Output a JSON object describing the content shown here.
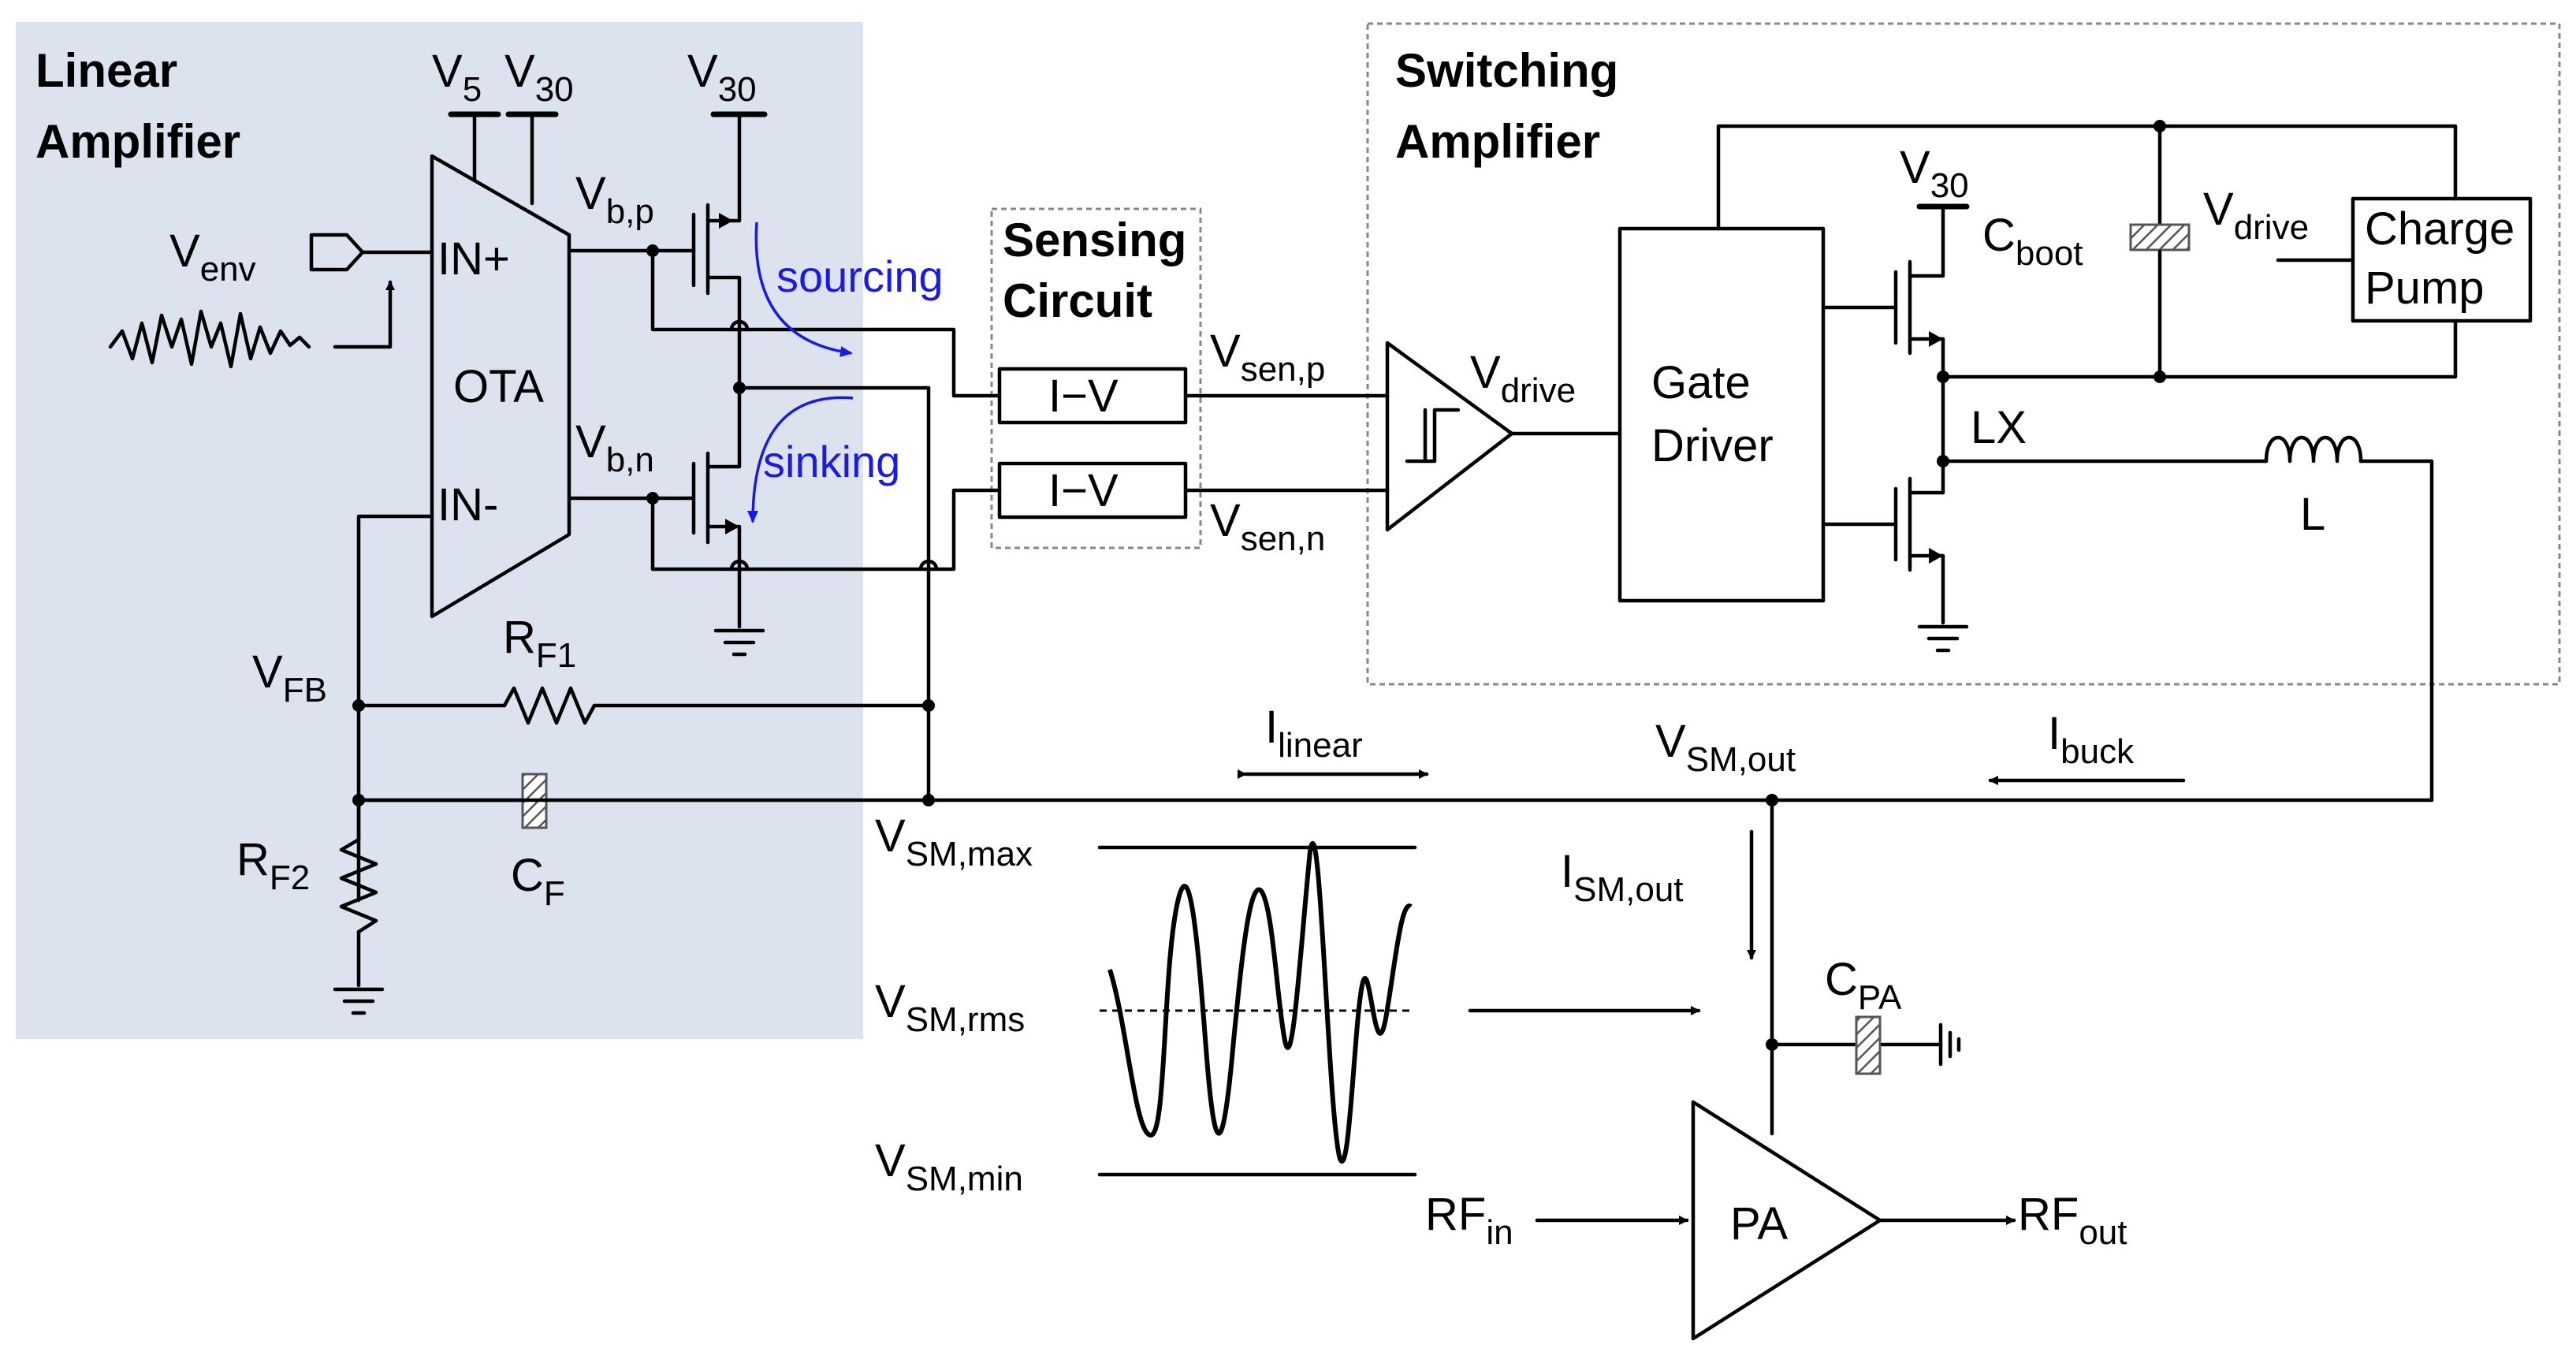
{
  "blocks": {
    "linear_amp": {
      "line1": "Linear",
      "line2": "Amplifier"
    },
    "switching_amp": {
      "line1": "Switching",
      "line2": "Amplifier"
    },
    "sensing": {
      "line1": "Sensing",
      "line2": "Circuit"
    },
    "ota": "OTA",
    "gate_driver": {
      "line1": "Gate",
      "line2": "Driver"
    },
    "charge_pump": {
      "line1": "Charge",
      "line2": "Pump"
    },
    "iv1": "I−V",
    "iv2": "I−V",
    "pa": "PA"
  },
  "pins": {
    "in_plus": "IN+",
    "in_minus": "IN-"
  },
  "labels": {
    "v5": {
      "base": "V",
      "sub": "5"
    },
    "v30a": {
      "base": "V",
      "sub": "30"
    },
    "v30b": {
      "base": "V",
      "sub": "30"
    },
    "v30c": {
      "base": "V",
      "sub": "30"
    },
    "venv": {
      "base": "V",
      "sub": "env"
    },
    "vbp": {
      "base": "V",
      "sub": "b,p"
    },
    "vbn": {
      "base": "V",
      "sub": "b,n"
    },
    "vfb": {
      "base": "V",
      "sub": "FB"
    },
    "rf1": {
      "base": "R",
      "sub": "F1"
    },
    "rf2": {
      "base": "R",
      "sub": "F2"
    },
    "cf": {
      "base": "C",
      "sub": "F"
    },
    "vsenp": {
      "base": "V",
      "sub": "sen,p"
    },
    "vsenn": {
      "base": "V",
      "sub": "sen,n"
    },
    "vdrive_cmp": {
      "base": "V",
      "sub": "drive"
    },
    "vdrive_cp": {
      "base": "V",
      "sub": "drive"
    },
    "cboot": {
      "base": "C",
      "sub": "boot"
    },
    "lx": "LX",
    "l": "L",
    "ilinear": {
      "base": "I",
      "sub": "linear"
    },
    "ibuck": {
      "base": "I",
      "sub": "buck"
    },
    "vsmout": {
      "base": "V",
      "sub": "SM,out"
    },
    "ismout": {
      "base": "I",
      "sub": "SM,out"
    },
    "cpa": {
      "base": "C",
      "sub": "PA"
    },
    "vsmmax": {
      "base": "V",
      "sub": "SM,max"
    },
    "vsmrms": {
      "base": "V",
      "sub": "SM,rms"
    },
    "vsmmin": {
      "base": "V",
      "sub": "SM,min"
    },
    "rfin": {
      "base": "RF",
      "sub": "in"
    },
    "rfout": {
      "base": "RF",
      "sub": "out"
    },
    "sourcing": "sourcing",
    "sinking": "sinking"
  },
  "colors": {
    "linear_region": "#dde3ee",
    "current_arrows": "#1b1be0",
    "wires": "#000000"
  }
}
